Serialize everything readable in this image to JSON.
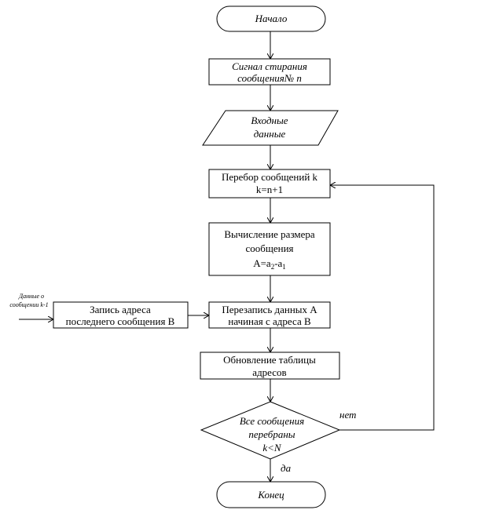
{
  "start": {
    "label": "Начало"
  },
  "signal": {
    "line1": "Сигнал стирания",
    "line2": "сообщения№ n"
  },
  "input": {
    "line1": "Входные",
    "line2": "данные"
  },
  "loop": {
    "line1": "Перебор сообщений k",
    "line2": "k=n+1"
  },
  "calc": {
    "line1": "Вычисление размера",
    "line2": "сообщения",
    "formula_a": "A=a",
    "sub2": "2",
    "minus": "-a",
    "sub1": "1"
  },
  "rewrite": {
    "line1": "Перезапись данных А",
    "line2": "начиная с адреса В"
  },
  "record": {
    "line1": "Запись адреса",
    "line2": "последнего сообщения В"
  },
  "external_input": {
    "line1": "Данные о",
    "line2": "сообщении k-1"
  },
  "update": {
    "line1": "Обновление таблицы",
    "line2": "адресов"
  },
  "decision": {
    "line1": "Все сообщения",
    "line2": "перебраны",
    "line3": "k<N",
    "no_label": "нет",
    "yes_label": "да"
  },
  "end": {
    "label": "Конец"
  }
}
